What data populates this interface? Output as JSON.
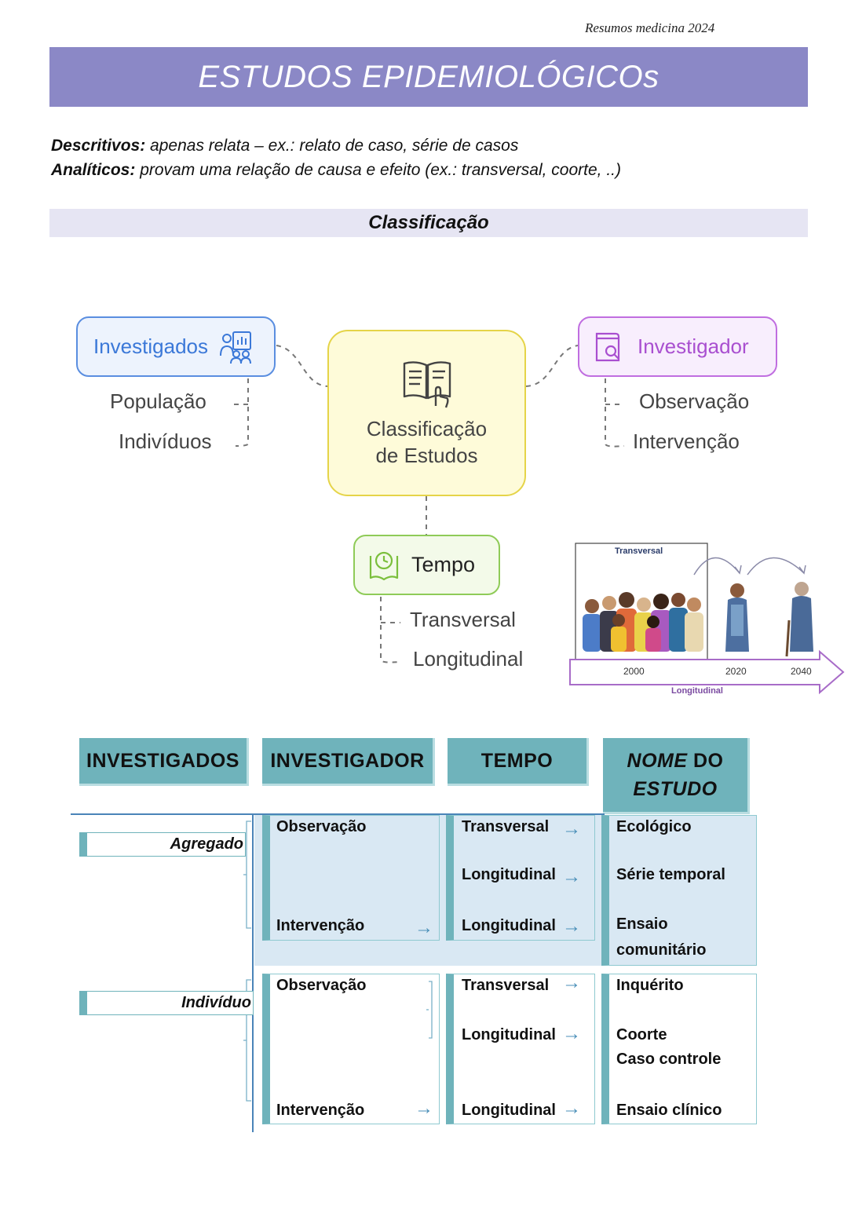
{
  "header": {
    "note": "Resumos medicina 2024",
    "title": "ESTUDOS EPIDEMIOLÓGICOs"
  },
  "intro": {
    "line1_label": "Descritivos:",
    "line1_text": " apenas relata – ex.: relato de caso, série de casos",
    "line2_label": "Analíticos:",
    "line2_text": " provam uma relação de causa e efeito (ex.: transversal, coorte, ..)"
  },
  "section": {
    "title": "Classificação"
  },
  "mindmap": {
    "center": "Classificação\nde Estudos",
    "investigados": {
      "label": "Investigados",
      "items": [
        "População",
        "Indivíduos"
      ]
    },
    "investigador": {
      "label": "Investigador",
      "items": [
        "Observação",
        "Intervenção"
      ]
    },
    "tempo": {
      "label": "Tempo",
      "items": [
        "Transversal",
        "Longitudinal"
      ]
    }
  },
  "illustration": {
    "title": "Transversal",
    "years": [
      "2000",
      "2020",
      "2040"
    ],
    "footer": "Longitudinal"
  },
  "table": {
    "headers": {
      "investigados": "INVESTIGADOS",
      "investigador": "INVESTIGADOR",
      "tempo": "TEMPO",
      "nome_a": "NOME",
      "nome_b": " DO",
      "nome_c": "ESTUDO"
    },
    "agregado": {
      "label": "Agregado",
      "investigador": [
        "Observação",
        "Intervenção"
      ],
      "tempo": [
        "Transversal",
        "Longitudinal",
        "Longitudinal"
      ],
      "nome": [
        "Ecológico",
        "Série temporal",
        "Ensaio",
        "comunitário"
      ]
    },
    "individuo": {
      "label": "Indivíduo",
      "investigador": [
        "Observação",
        "Intervenção"
      ],
      "tempo": [
        "Transversal",
        "Longitudinal",
        "Longitudinal"
      ],
      "nome": [
        "Inquérito",
        "Coorte",
        "Caso controle",
        "Ensaio clínico"
      ]
    }
  },
  "colors": {
    "title_bar": "#8b88c6",
    "teal": "#6fb3bb",
    "blue_bg": "#d9e8f3",
    "investigados": "#3b78d8",
    "investigador": "#a94fd0",
    "tempo": "#8fcb58",
    "center": "#e5d448"
  }
}
